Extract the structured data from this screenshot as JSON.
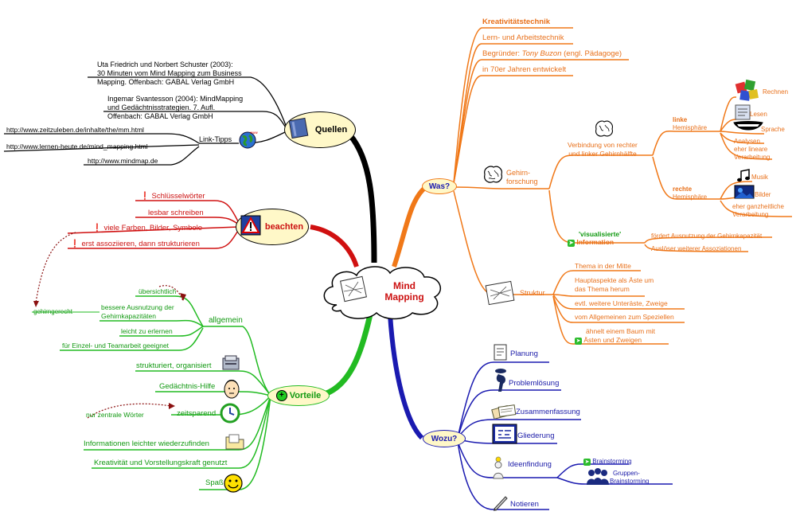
{
  "center": {
    "line1": "Mind",
    "line2": "Mapping"
  },
  "quellen": {
    "title": "Quellen",
    "ref1": [
      "Uta Friedrich und Norbert Schuster (2003):",
      "30 Minuten vom Mind Mapping zum Business",
      "Mapping. Offenbach: GABAL Verlag GmbH"
    ],
    "ref2": [
      "Ingemar Svantesson (2004): MindMapping",
      "und Gedächtnisstrategien. 7. Aufl.",
      "Offenbach: GABAL Verlag GmbH"
    ],
    "link_tipps": "Link-Tipps",
    "links": [
      "http://www.zeitzuleben.de/inhalte/the/mm.html",
      "http://www.lernen-heute.de/mind_mapping.html",
      "http://www.mindmap.de"
    ]
  },
  "beachten": {
    "title": "beachten",
    "items": [
      "Schlüsselwörter",
      "lesbar schreiben",
      "viele Farben, Bilder, Symbole",
      "erst assoziieren, dann strukturieren"
    ]
  },
  "vorteile": {
    "title": "Vorteile",
    "allgemein": "allgemein",
    "allgemein_items": [
      "übersichtlich",
      "bessere Ausnutzung der",
      "Gehirnkapazitäten",
      "leicht zu erlernen",
      "für Einzel- und Teamarbeit geeignet"
    ],
    "gehirngerecht": "gehirngerecht",
    "strukturiert": "strukturiert, organisiert",
    "gedaechtnis": "Gedächtnis-Hilfe",
    "zeitsparend": "zeitsparend",
    "nur_zentrale": "nur zentrale Wörter",
    "informationen": "Informationen leichter wiederzufinden",
    "kreativitaet": "Kreativität und Vorstellungskraft genutzt",
    "spass": "Spaß"
  },
  "was": {
    "title": "Was?",
    "top_items": [
      "Kreativitätstechnik",
      "Lern- und Arbeitstechnik",
      "Begründer: ",
      "Tony Buzon",
      " (engl. Pädagoge)",
      "in 70er Jahren entwickelt"
    ],
    "gehirnforschung": [
      "Gehirn-",
      "forschung"
    ],
    "verbindung": [
      "Verbindung von rechter",
      "und linker Gehirnhälfte"
    ],
    "linke": [
      "linke",
      "Hemisphäre"
    ],
    "linke_items": [
      "Rechnen",
      "Lesen",
      "Sprache",
      "Analysen",
      "eher lineare",
      "Verarbeitung"
    ],
    "rechte": [
      "rechte",
      "Hemisphäre"
    ],
    "rechte_items": [
      "Musik",
      "Bilder",
      "eher ganzheitliche",
      "Verarbeitung"
    ],
    "visualisiert": [
      "'visualisierte'",
      "Information"
    ],
    "visualisiert_items": [
      "fördert Ausnutzung der Gehirnkapazität",
      "Auslöser weiterer Assoziationen"
    ],
    "struktur": "Struktur",
    "struktur_items": [
      "Thema in der Mitte",
      "Hauptaspekte als Äste um",
      "das Thema herum",
      "evtl. weitere Unteräste, Zweige",
      "vom Allgemeinen zum Speziellen",
      "ähnelt einem Baum mit",
      "Ästen und Zweigen"
    ]
  },
  "wozu": {
    "title": "Wozu?",
    "items": [
      "Planung",
      "Problemlösung",
      "Zusammenfassung",
      "Gliederung",
      "Ideenfindung",
      "Notieren"
    ],
    "brainstorming": "Brainstorming",
    "gruppen": [
      "Gruppen-",
      "Brainstorming"
    ]
  },
  "colors": {
    "quellen": "#000000",
    "beachten": "#cc1111",
    "vorteile": "#22bb22",
    "was": "#f07818",
    "wozu": "#1a1ab0",
    "bubble": "#fff8c8"
  }
}
